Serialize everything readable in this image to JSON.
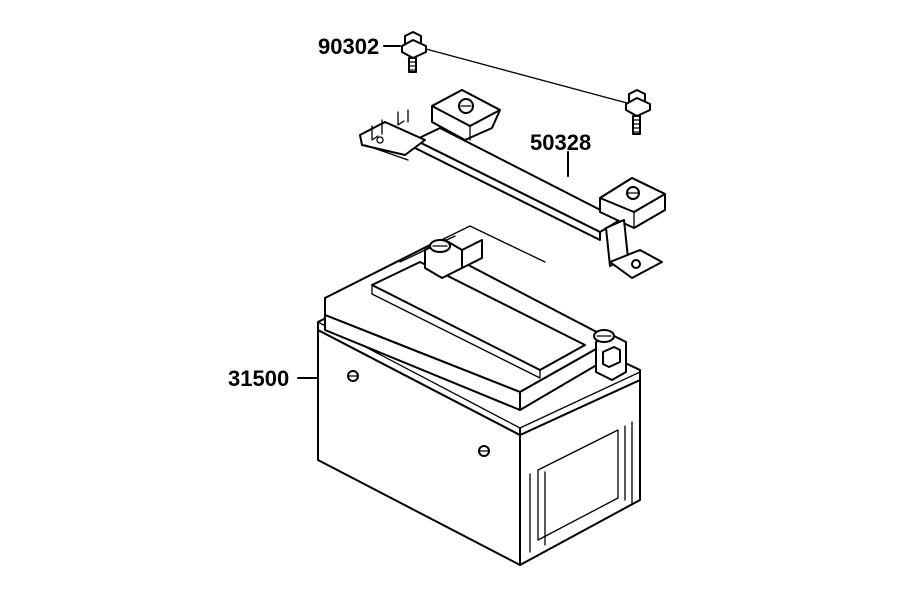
{
  "parts": [
    {
      "id": "bolt",
      "number": "90302"
    },
    {
      "id": "bracket",
      "number": "50328"
    },
    {
      "id": "battery",
      "number": "31500"
    }
  ]
}
